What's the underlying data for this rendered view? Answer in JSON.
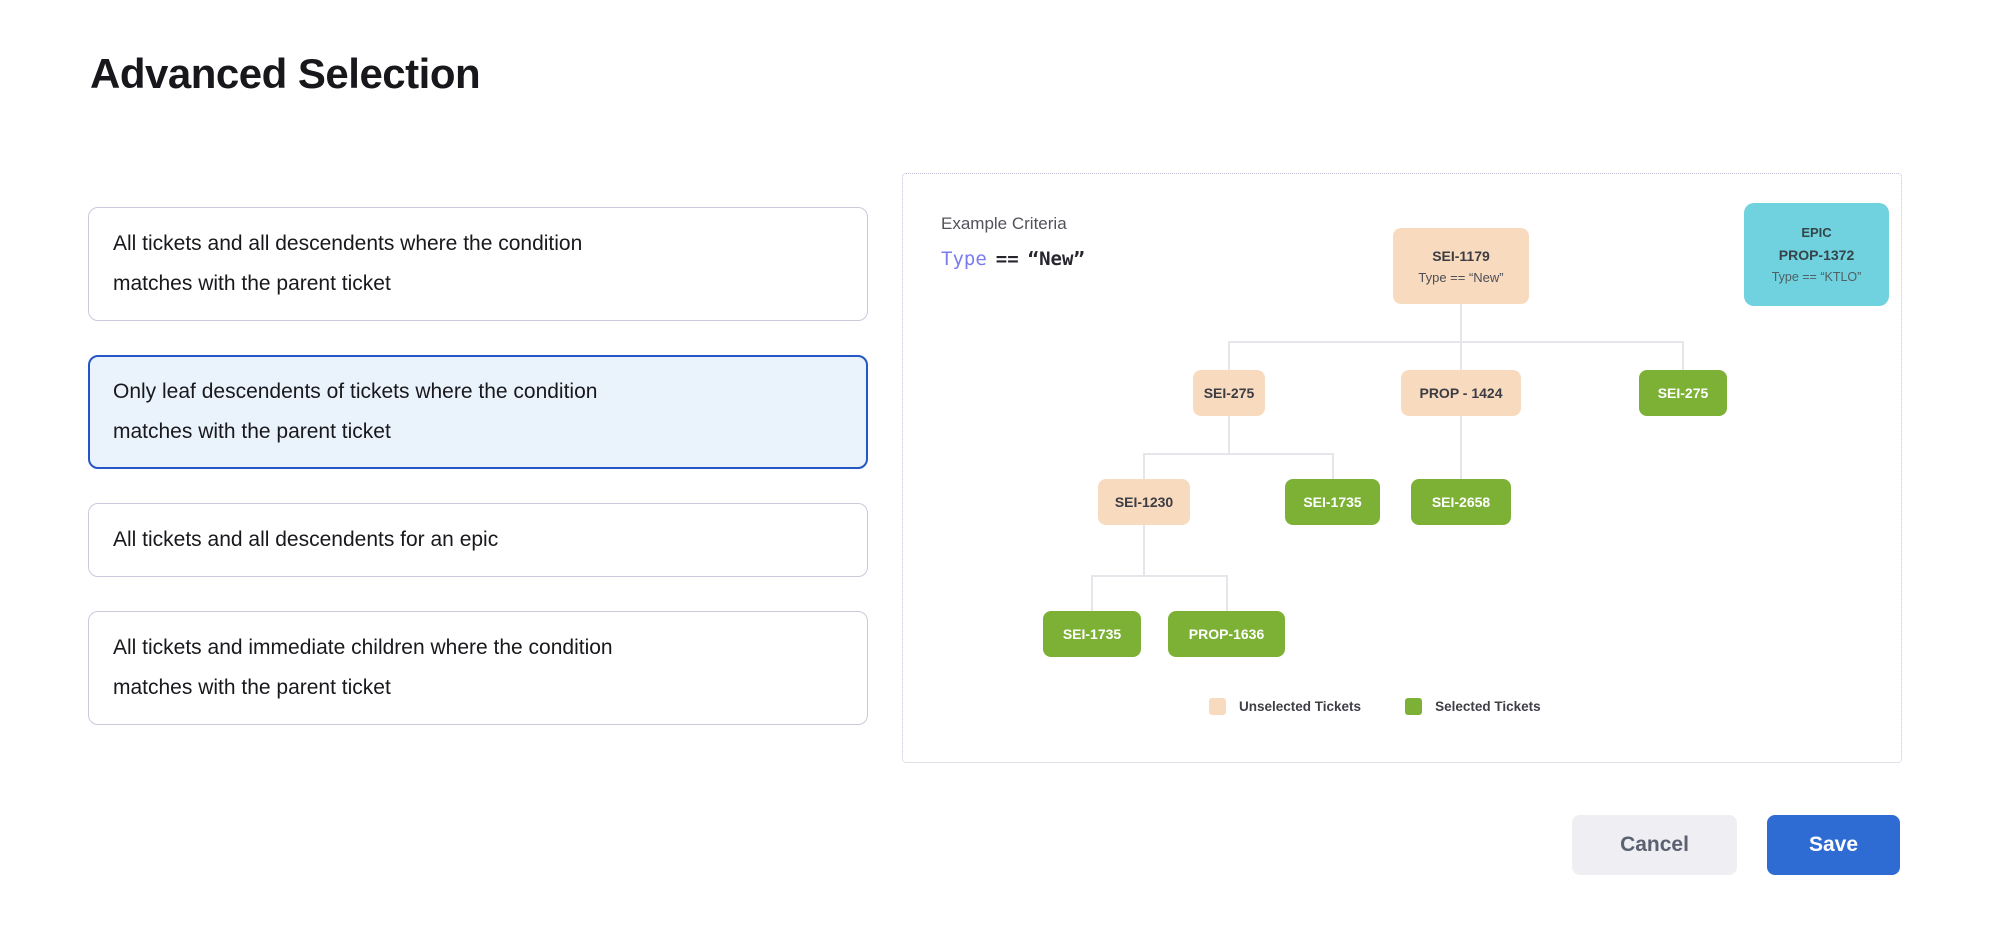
{
  "page": {
    "title": "Advanced Selection"
  },
  "options": [
    {
      "label": "All tickets and all descendents where the condition matches with the parent ticket",
      "state": "unselected"
    },
    {
      "label": "Only leaf descendents of tickets where the condition matches with the parent ticket",
      "state": "selected"
    },
    {
      "label": "All tickets and all descendents for an epic",
      "state": "unselected"
    },
    {
      "label": "All tickets and immediate children where the condition matches with the parent ticket",
      "state": "unselected"
    }
  ],
  "example": {
    "heading": "Example Criteria",
    "criteria": {
      "field": "Type",
      "operator": "==",
      "value": "“New”"
    },
    "epic_card": {
      "type_label": "EPIC",
      "id": "PROP-1372",
      "condition": "Type == “KTLO”"
    },
    "tree": {
      "root": {
        "id": "SEI-1179",
        "condition": "Type == “New”",
        "state": "unselected"
      },
      "nodes": [
        {
          "id": "SEI-275",
          "state": "unselected"
        },
        {
          "id": "PROP - 1424",
          "state": "unselected"
        },
        {
          "id": "SEI-275",
          "state": "selected"
        },
        {
          "id": "SEI-1230",
          "state": "unselected"
        },
        {
          "id": "SEI-1735",
          "state": "selected"
        },
        {
          "id": "SEI-2658",
          "state": "selected"
        },
        {
          "id": "SEI-1735",
          "state": "selected"
        },
        {
          "id": "PROP-1636",
          "state": "selected"
        }
      ]
    },
    "legend": [
      {
        "label": "Unselected Tickets",
        "color": "#F8DBBE"
      },
      {
        "label": "Selected Tickets",
        "color": "#7DB136"
      }
    ]
  },
  "footer": {
    "cancel_label": "Cancel",
    "save_label": "Save"
  },
  "colors": {
    "selected_option_border": "#2456C6",
    "selected_option_bg": "#EAF3FB",
    "unselected_ticket": "#F8DBBE",
    "selected_ticket": "#7DB136",
    "epic_ticket": "#6FD2DE",
    "save_button": "#2E6CD3",
    "criteria_field": "#7B7BF0"
  }
}
